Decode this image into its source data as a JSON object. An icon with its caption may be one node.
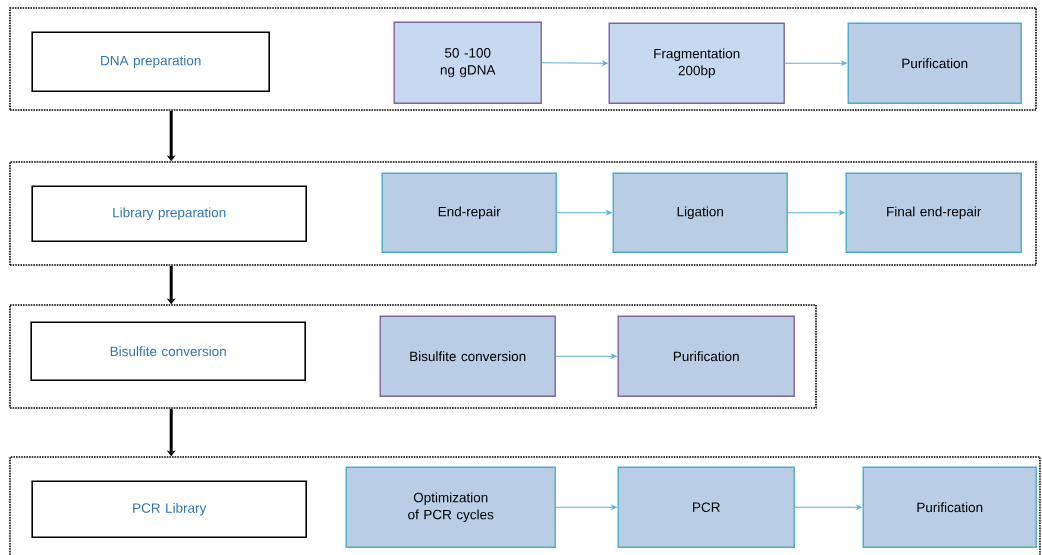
{
  "diagram": {
    "nodes": [
      {
        "text": [],
        "shape": "box"
      },
      {
        "text": [
          "DNA preparation"
        ],
        "in": 0
      },
      {
        "text": [
          "50 -100 ng gDNA"
        ],
        "in": 0
      },
      {
        "text": [
          "Fragmentation 200bp"
        ],
        "in": 0
      },
      {
        "text": [
          "Purification"
        ],
        "in": 0
      },
      {
        "text": [],
        "shape": "box"
      },
      {
        "text": [
          "Library preparation"
        ],
        "in": 5
      },
      {
        "text": [
          "End-repair"
        ],
        "in": 5
      },
      {
        "text": [
          "Ligation"
        ],
        "in": 5
      },
      {
        "text": [
          "Final end-repair"
        ],
        "in": 5
      },
      {
        "text": [],
        "shape": "box"
      },
      {
        "text": [
          "Bisulfite conversion"
        ],
        "in": 10
      },
      {
        "text": [
          "Bisulfite conversion"
        ],
        "in": 10
      },
      {
        "text": [
          "Purification"
        ],
        "in": 10
      },
      {
        "text": [],
        "shape": "box"
      },
      {
        "text": [
          "PCR Library"
        ],
        "in": 14
      },
      {
        "text": [
          "Optimization of PCR cycles"
        ],
        "in": 14
      },
      {
        "text": [
          "PCR"
        ],
        "in": 14
      },
      {
        "text": [
          "Purification"
        ],
        "in": 14
      }
    ],
    "edges": [
      {
        "from": 2,
        "to": 3,
        "arrow": "to"
      },
      {
        "from": 3,
        "to": 4,
        "arrow": "to"
      },
      {
        "from": 0,
        "to": 5,
        "arrow": "to",
        "style": "thick",
        "color": "#000000"
      },
      {
        "from": 7,
        "to": 8,
        "arrow": "to"
      },
      {
        "from": 8,
        "to": 9,
        "arrow": "to"
      },
      {
        "from": 5,
        "to": 10,
        "arrow": "to",
        "style": "thick",
        "color": "#000000"
      },
      {
        "from": 12,
        "to": 13,
        "arrow": "to"
      },
      {
        "from": 10,
        "to": 14,
        "arrow": "to",
        "style": "thick",
        "color": "#000000"
      },
      {
        "from": 16,
        "to": 17,
        "arrow": "to"
      },
      {
        "from": 17,
        "to": 18,
        "arrow": "to"
      }
    ]
  }
}
